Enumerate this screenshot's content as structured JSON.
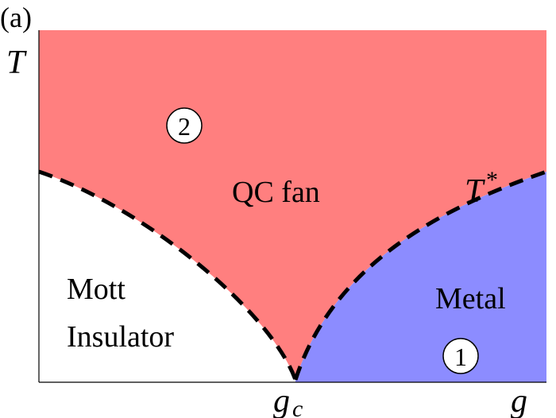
{
  "panel_label": "(a)",
  "axes": {
    "y_label": "T",
    "x_label": "g",
    "critical_point_label_main": "g",
    "critical_point_label_sub": "c"
  },
  "regions": {
    "qc_fan": {
      "label": "QC fan",
      "color": "#ff7f7f"
    },
    "mott_insulator": {
      "line1": "Mott",
      "line2": "Insulator",
      "color": "#ffffff"
    },
    "metal": {
      "label": "Metal",
      "color": "#8c8cff"
    }
  },
  "crossover": {
    "label_main": "T",
    "label_sup": "*",
    "style": "dashed",
    "color": "#000000"
  },
  "markers": [
    {
      "label": "2"
    },
    {
      "label": "1"
    }
  ]
}
